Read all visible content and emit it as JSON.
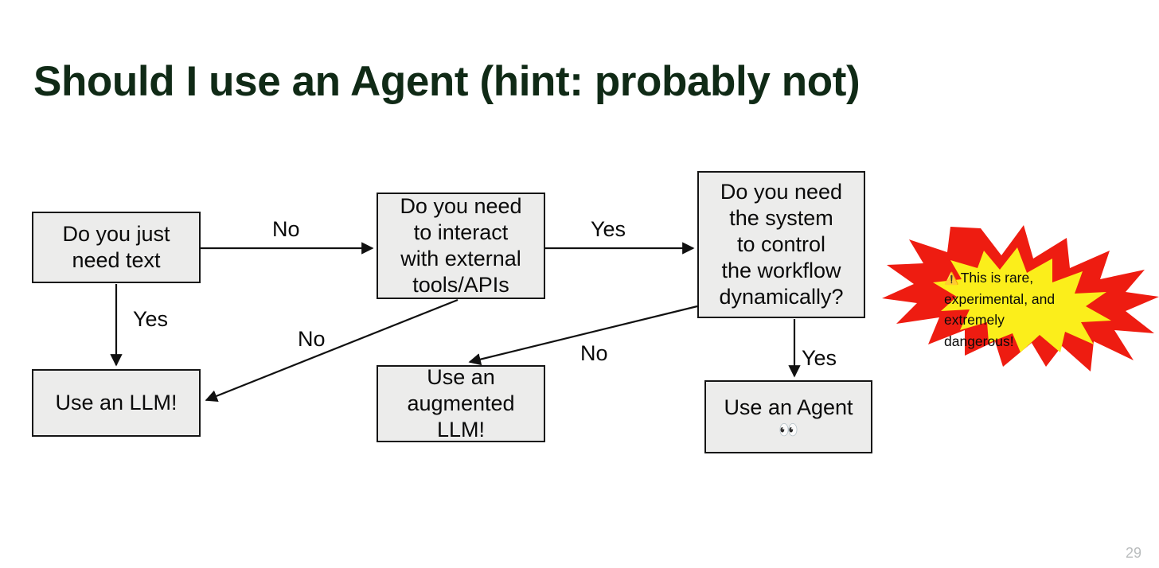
{
  "slide": {
    "title": "Should I use an Agent (hint: probably not)",
    "title_color": "#102a16",
    "page_number": "29",
    "background": "#ffffff"
  },
  "diagram": {
    "type": "flowchart",
    "node_fill": "#ececeb",
    "node_border": "#151515",
    "nodes": [
      {
        "id": "need-text",
        "label": "Do you just\nneed text"
      },
      {
        "id": "interact",
        "label": "Do you need\nto interact\nwith external\ntools/APIs"
      },
      {
        "id": "workflow",
        "label": "Do you need\nthe system\nto control\nthe workflow\ndynamically?"
      },
      {
        "id": "use-llm",
        "label": "Use an LLM!"
      },
      {
        "id": "augmented",
        "label": "Use an\naugmented\nLLM!"
      },
      {
        "id": "use-agent",
        "label": "Use an Agent",
        "emoji": "👀"
      }
    ],
    "edges": [
      {
        "from": "need-text",
        "to": "interact",
        "label": "No"
      },
      {
        "from": "need-text",
        "to": "use-llm",
        "label": "Yes"
      },
      {
        "from": "interact",
        "to": "workflow",
        "label": "Yes"
      },
      {
        "from": "interact",
        "to": "use-llm",
        "label": "No"
      },
      {
        "from": "workflow",
        "to": "augmented",
        "label": "No"
      },
      {
        "from": "workflow",
        "to": "use-agent",
        "label": "Yes"
      }
    ]
  },
  "callout": {
    "icon": "warning-triangle-icon",
    "icon_glyph": "⚠️",
    "text": "This is rare, experimental, and extremely dangerous!",
    "outer_color": "#ee1c11",
    "inner_color": "#fbee1b"
  }
}
